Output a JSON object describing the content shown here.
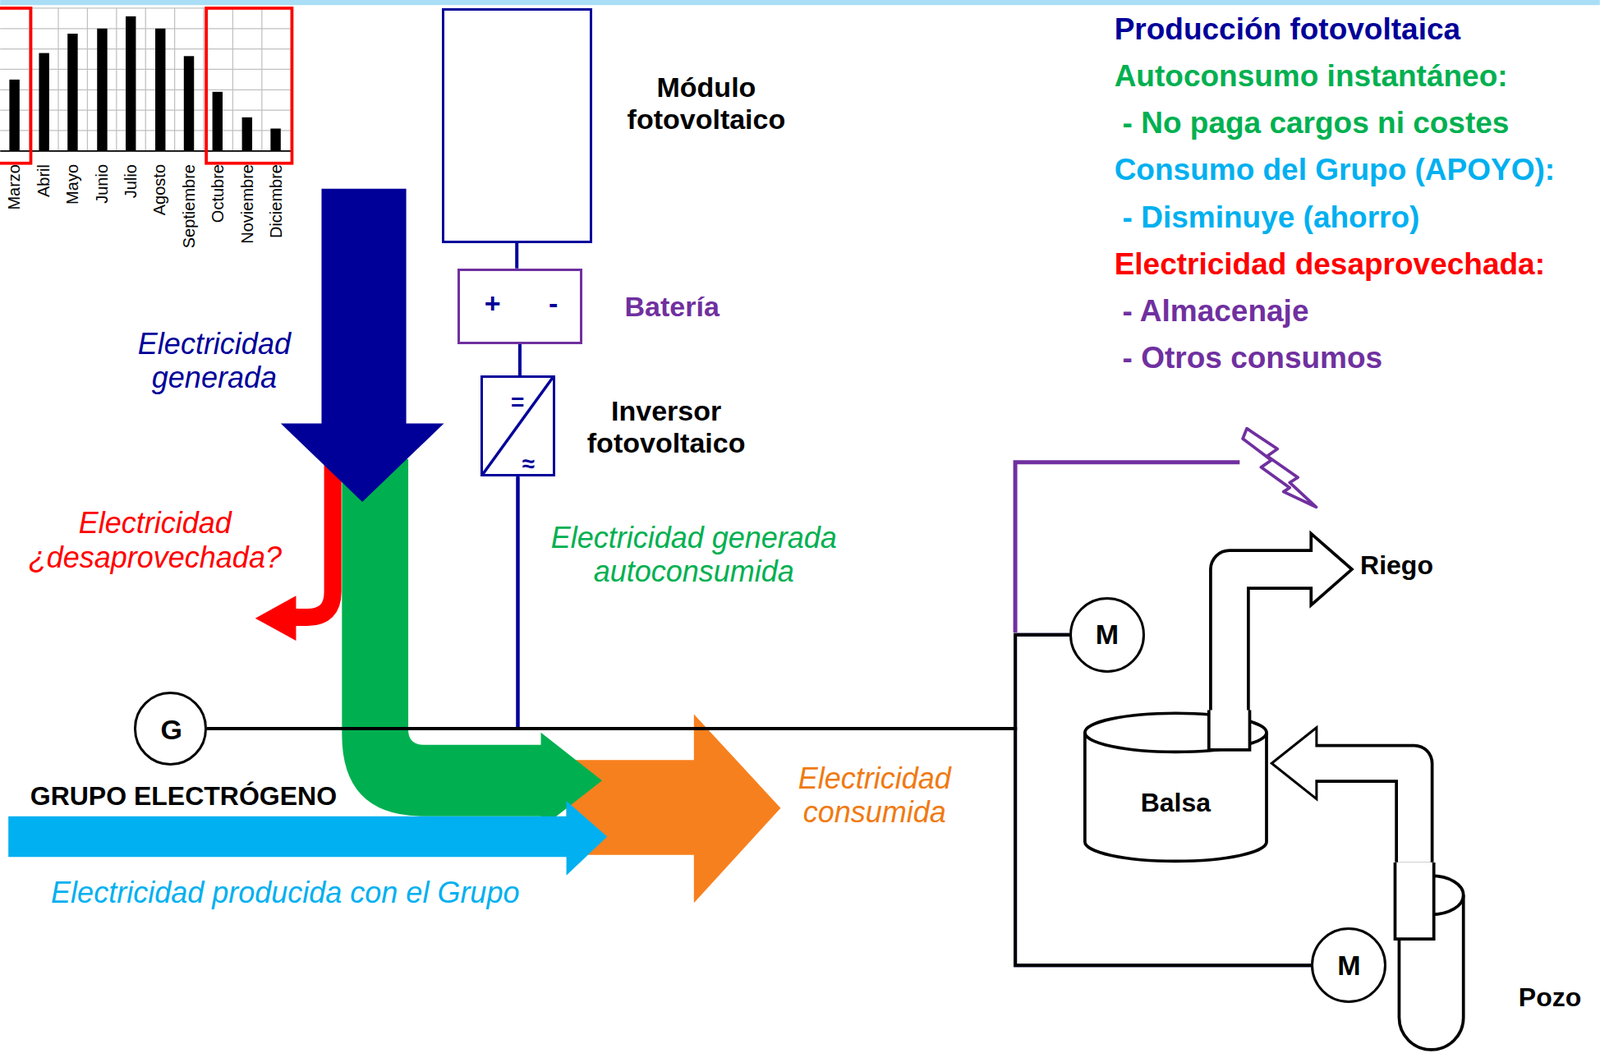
{
  "diagram": {
    "nodes": [
      {
        "text": [
          "Módulo fotovoltaico"
        ]
      },
      {
        "text": [
          "+",
          "-",
          "Batería"
        ]
      },
      {
        "text": [
          "=",
          "≈",
          "Inversor fotovoltaico"
        ]
      },
      {
        "text": [
          "G",
          "GRUPO ELECTRÓGENO"
        ]
      },
      {
        "text": [
          "M"
        ]
      },
      {
        "text": [
          "Balsa"
        ]
      },
      {
        "text": [
          "M"
        ]
      },
      {
        "text": [
          "Pozo"
        ]
      }
    ],
    "edges": [
      {
        "from": 0,
        "to": 1,
        "arrow": "none"
      },
      {
        "from": 1,
        "to": 2,
        "arrow": "none"
      },
      {
        "from": 2,
        "to": 4,
        "arrow": "none"
      },
      {
        "from": 2,
        "to": 6,
        "arrow": "none"
      },
      {
        "from": 3,
        "to": 4,
        "arrow": "none"
      },
      {
        "from": 3,
        "to": 6,
        "arrow": "none"
      },
      {
        "from": 7,
        "to": 5,
        "arrow": "to"
      }
    ],
    "labels": [
      "Marzo",
      "Abril",
      "Mayo",
      "Junio",
      "Julio",
      "Agosto",
      "Septiembre",
      "Octubre",
      "Noviembre",
      "Diciembre",
      "Producción fotovoltaica",
      "Autoconsumo instantáneo:",
      "- No paga cargos ni costes",
      "Consumo del Grupo (APOYO):",
      "- Disminuye (ahorro)",
      "Electricidad desaprovechada:",
      "- Almacenaje",
      "- Otros consumos",
      "Electricidad generada",
      "Electricidad ¿desaprovechada?",
      "Electricidad generada autoconsumida",
      "Electricidad producida con el Grupo",
      "Electricidad consumida",
      "Riego"
    ]
  }
}
